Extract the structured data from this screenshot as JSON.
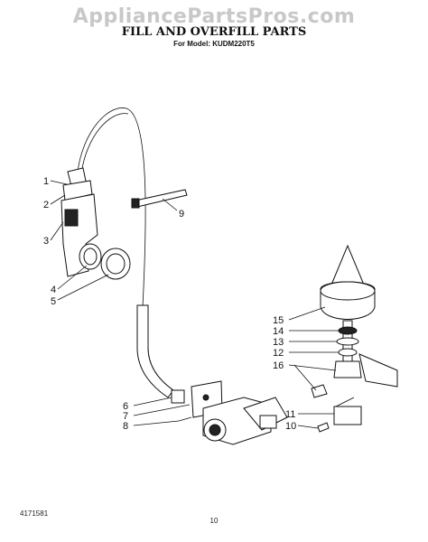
{
  "watermark": "AppliancePartsPros.com",
  "title": "FILL AND OVERFILL PARTS",
  "subtitle": "For Model: KUDM220T5",
  "footer": {
    "doc_number": "4171581",
    "page_number": "10"
  },
  "callouts": {
    "c1": "1",
    "c2": "2",
    "c3": "3",
    "c4": "4",
    "c5": "5",
    "c6": "6",
    "c7": "7",
    "c8": "8",
    "c9": "9",
    "c10": "10",
    "c11": "11",
    "c12": "12",
    "c13": "13",
    "c14": "14",
    "c15": "15",
    "c16": "16"
  }
}
